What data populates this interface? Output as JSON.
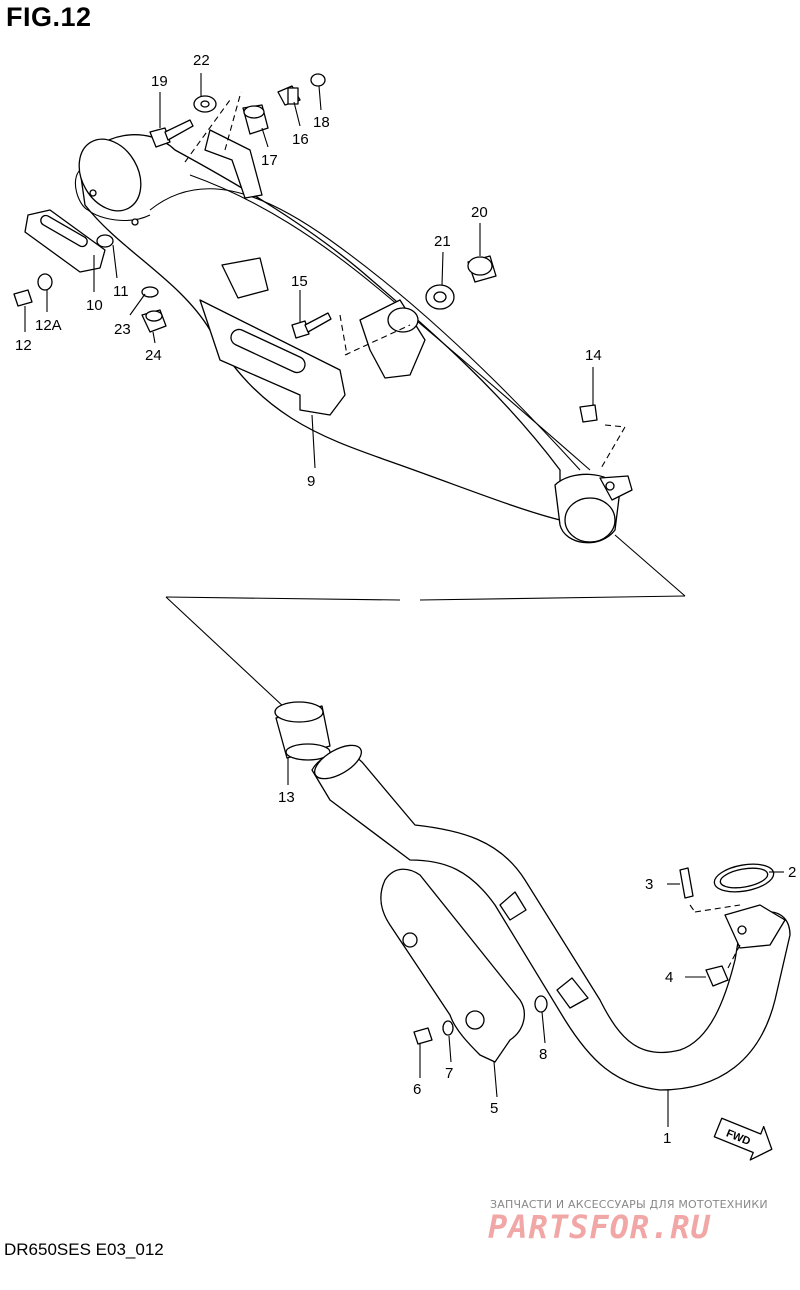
{
  "title": "FIG.12",
  "footer_code": "DR650SES E03_012",
  "watermark": {
    "subtitle": "ЗАПЧАСТИ И АКСЕССУАРЫ ДЛЯ МОТОТЕХНИКИ",
    "logo": "PARTSFOR.RU"
  },
  "fwd_label": "FWD",
  "callouts": {
    "p1": "1",
    "p2": "2",
    "p3": "3",
    "p4": "4",
    "p5": "5",
    "p6": "6",
    "p7": "7",
    "p8": "8",
    "p9": "9",
    "p10": "10",
    "p11": "11",
    "p12": "12",
    "p12a": "12A",
    "p13": "13",
    "p14": "14",
    "p15": "15",
    "p16": "16",
    "p17": "17",
    "p18": "18",
    "p19": "19",
    "p20": "20",
    "p21": "21",
    "p22": "22",
    "p23": "23",
    "p24": "24"
  }
}
